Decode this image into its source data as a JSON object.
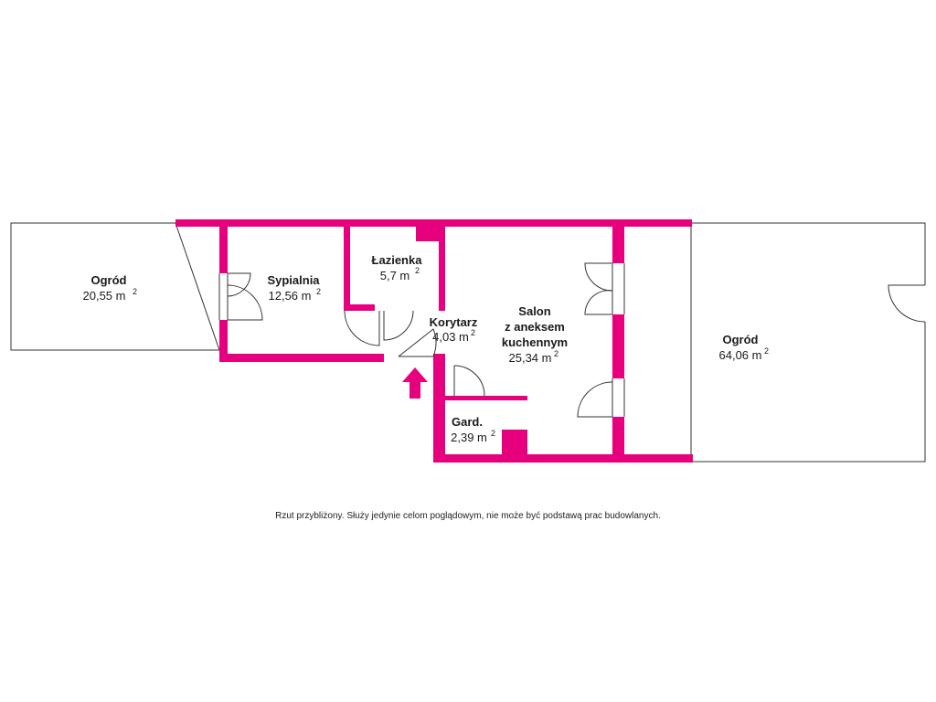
{
  "colors": {
    "wall": "#e6007e",
    "outline": "#333333",
    "background": "#ffffff"
  },
  "rooms": [
    {
      "id": "ogrod_left",
      "name": "Ogród",
      "area": "20,55 m",
      "sup": "2"
    },
    {
      "id": "sypialnia",
      "name": "Sypialnia",
      "area": "12,56 m",
      "sup": "2"
    },
    {
      "id": "lazienka",
      "name": "Łazienka",
      "area": "5,7 m",
      "sup": "2"
    },
    {
      "id": "korytarz",
      "name": "Korytarz",
      "area": "4,03 m",
      "sup": "2"
    },
    {
      "id": "salon",
      "name_lines": [
        "Salon",
        "z aneksem",
        "kuchennym"
      ],
      "area": "25,34 m",
      "sup": "2"
    },
    {
      "id": "garderoba",
      "name": "Gard.",
      "area": "2,39 m",
      "sup": "2"
    },
    {
      "id": "ogrod_right",
      "name": "Ogród",
      "area": "64,06 m",
      "sup": "2"
    }
  ],
  "entrance_icon": "entrance-arrow-icon",
  "disclaimer": "Rzut przybliżony. Służy jedynie celom poglądowym, nie może być podstawą prac budowlanych."
}
